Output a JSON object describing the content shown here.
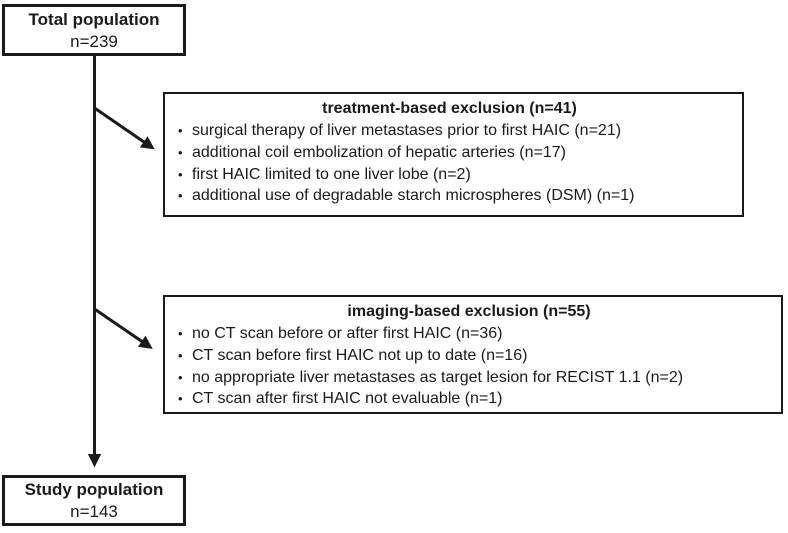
{
  "flow": {
    "total": {
      "title": "Total population",
      "count": "n=239"
    },
    "study": {
      "title": "Study population",
      "count": "n=143"
    },
    "treatment": {
      "title": "treatment-based exclusion (n=41)",
      "items": [
        "surgical therapy of liver metastases prior to first HAIC (n=21)",
        "additional coil embolization of hepatic arteries (n=17)",
        "first HAIC limited to one liver lobe (n=2)",
        "additional use of degradable starch microspheres (DSM) (n=1)"
      ]
    },
    "imaging": {
      "title": "imaging-based exclusion (n=55)",
      "items": [
        "no CT scan before or after first HAIC (n=36)",
        "CT scan before first HAIC not up to date (n=16)",
        "no appropriate liver metastases as target lesion for RECIST 1.1 (n=2)",
        "CT scan after first HAIC not evaluable (n=1)"
      ]
    },
    "colors": {
      "line": "#1a1a1a",
      "text": "#1a1a1a",
      "background": "#ffffff"
    }
  }
}
